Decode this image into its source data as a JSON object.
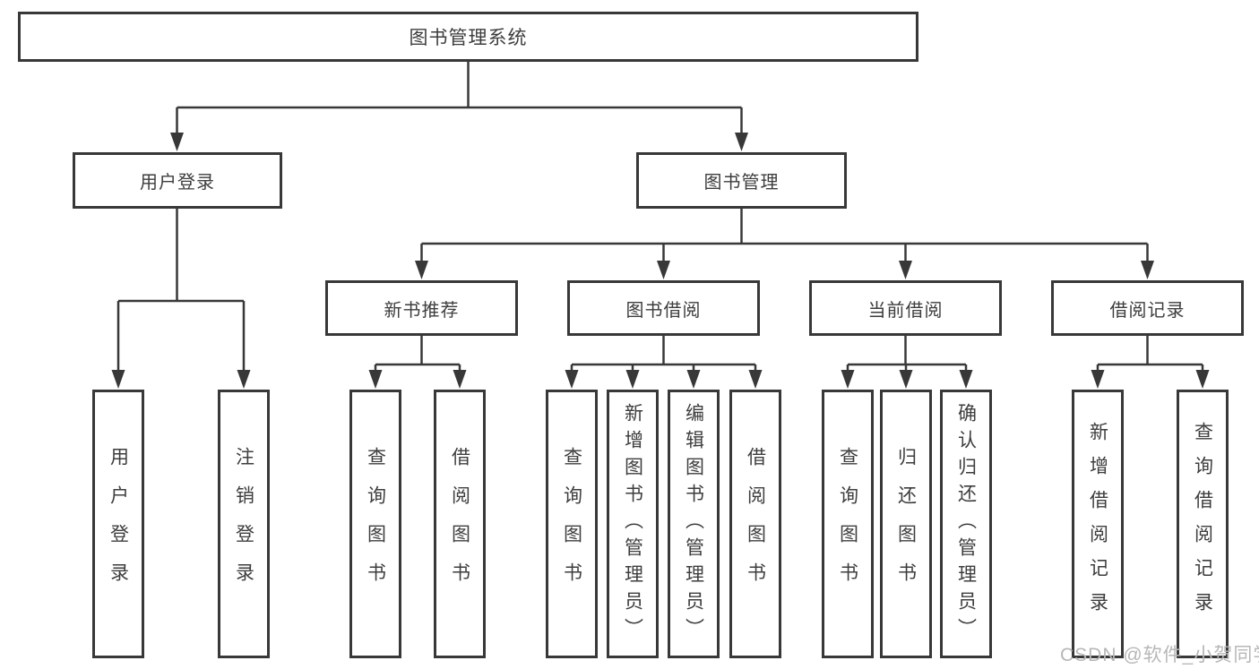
{
  "colors": {
    "line": "#383838",
    "box_border": "#383838",
    "text": "#3d3d3d",
    "background": "#ffffff",
    "watermark": "#b7b7b7"
  },
  "watermark": {
    "text": "CSDN @软件_小贺同学"
  },
  "tree": {
    "root": "图书管理系统",
    "branches": [
      {
        "label": "用户登录",
        "children": [
          "用户登录",
          "注销登录"
        ]
      },
      {
        "label": "图书管理",
        "sections": [
          {
            "label": "新书推荐",
            "children": [
              "查询图书",
              "借阅图书"
            ]
          },
          {
            "label": "图书借阅",
            "children": [
              "查询图书",
              "新增图书（管理员）",
              "编辑图书（管理员）",
              "借阅图书"
            ]
          },
          {
            "label": "当前借阅",
            "children": [
              "查询图书",
              "归还图书",
              "确认归还（管理员）"
            ]
          },
          {
            "label": "借阅记录",
            "children": [
              "新增借阅记录",
              "查询借阅记录"
            ]
          }
        ]
      }
    ]
  }
}
